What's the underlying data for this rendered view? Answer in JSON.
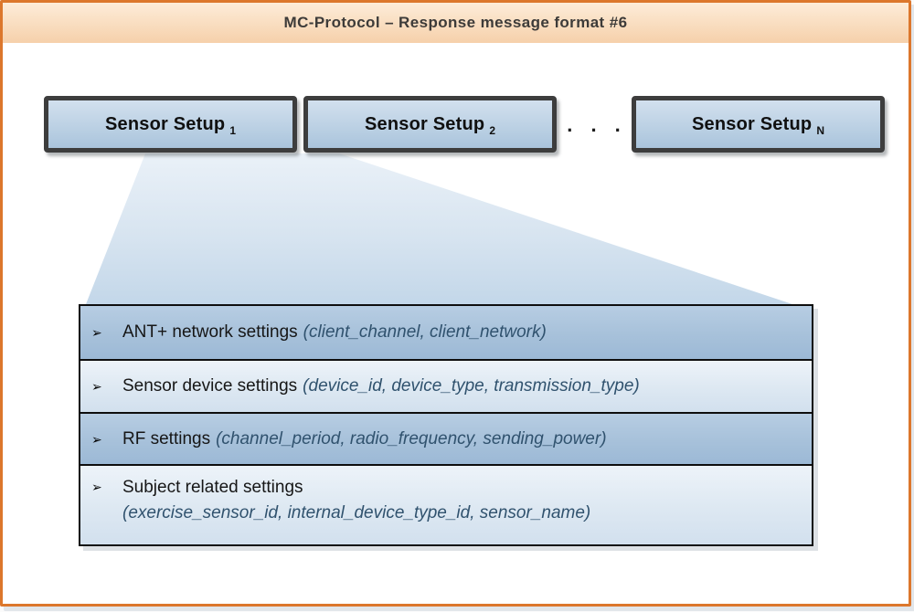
{
  "header": {
    "title": "MC-Protocol – Response message format #6"
  },
  "sensor_boxes": [
    {
      "label": "Sensor Setup",
      "subscript": "1"
    },
    {
      "label": "Sensor Setup",
      "subscript": "2"
    },
    {
      "label": "Sensor Setup",
      "subscript": "N"
    }
  ],
  "ellipsis": ". . .",
  "settings_rows": [
    {
      "bullet": "➢",
      "label": "ANT+ network settings",
      "params": "(client_channel, client_network)"
    },
    {
      "bullet": "➢",
      "label": "Sensor device settings",
      "params": "(device_id, device_type, transmission_type)"
    },
    {
      "bullet": "➢",
      "label": "RF settings",
      "params": "(channel_period, radio_frequency, sending_power)"
    },
    {
      "bullet": "➢",
      "label": "Subject related settings",
      "params": "(exercise_sensor_id,  internal_device_type_id, sensor_name)"
    }
  ],
  "colors": {
    "frame_border": "#dc772c",
    "header_bg_top": "#fdecd9",
    "header_bg_bottom": "#f6d0ab",
    "box_border": "#3d3d3d",
    "box_fill_top": "#d2e0ee",
    "box_fill_bottom": "#aac4dc",
    "row_dark": "#a7c1da",
    "row_light": "#dde8f2",
    "funnel_top": "#eaf1f8",
    "funnel_bottom": "#c3d7e9",
    "params_text": "#30526e"
  }
}
